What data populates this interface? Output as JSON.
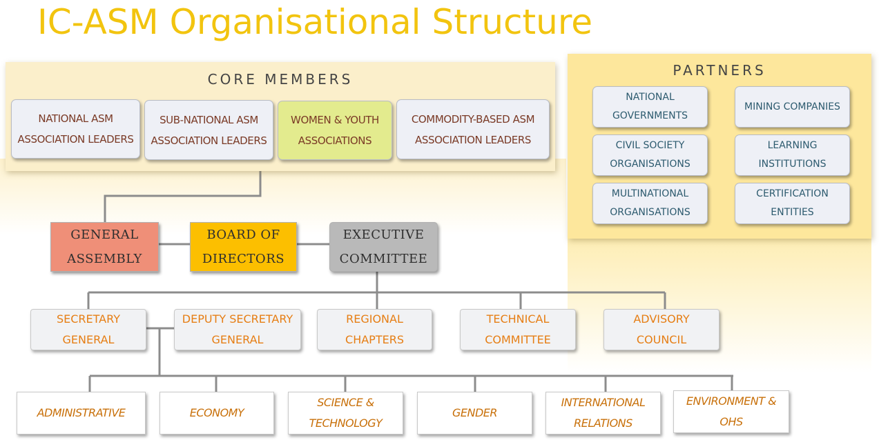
{
  "title": "IC-ASM Organisational Structure",
  "core": {
    "heading": "CORE MEMBERS",
    "members": [
      "NATIONAL ASM\nASSOCIATION LEADERS",
      "SUB-NATIONAL ASM\nASSOCIATION LEADERS",
      "WOMEN & YOUTH\nASSOCIATIONS",
      "COMMODITY-BASED ASM\nASSOCIATION LEADERS"
    ]
  },
  "partners": {
    "heading": "PARTNERS",
    "items": [
      "NATIONAL\nGOVERNMENTS",
      "MINING COMPANIES",
      "CIVIL SOCIETY\nORGANISATIONS",
      "LEARNING\nINSTITUTIONS",
      "MULTINATIONAL\nORGANISATIONS",
      "CERTIFICATION\nENTITIES"
    ]
  },
  "governance": {
    "general_assembly": "GENERAL\nASSEMBLY",
    "board": "BOARD OF\nDIRECTORS",
    "executive": "EXECUTIVE\nCOMMITTEE"
  },
  "units": [
    "SECRETARY\nGENERAL",
    "DEPUTY SECRETARY\nGENERAL",
    "REGIONAL\nCHAPTERS",
    "TECHNICAL\nCOMMITTEE",
    "ADVISORY\nCOUNCIL"
  ],
  "departments": [
    "ADMINISTRATIVE",
    "ECONOMY",
    "SCIENCE &\nTECHNOLOGY",
    "GENDER",
    "INTERNATIONAL\nRELATIONS",
    "ENVIRONMENT &\nOHS"
  ],
  "colors": {
    "title": "#f2c40f",
    "core_panel": "#fbefcb",
    "partners_panel": "#fde79c",
    "general_assembly": "#ef8f78",
    "board": "#fcbf00",
    "executive": "#b9b9b9",
    "women_youth": "#e3eb8e",
    "unit_text": "#e67e14",
    "department_text": "#c8700a",
    "connector": "#8c8c8c"
  }
}
